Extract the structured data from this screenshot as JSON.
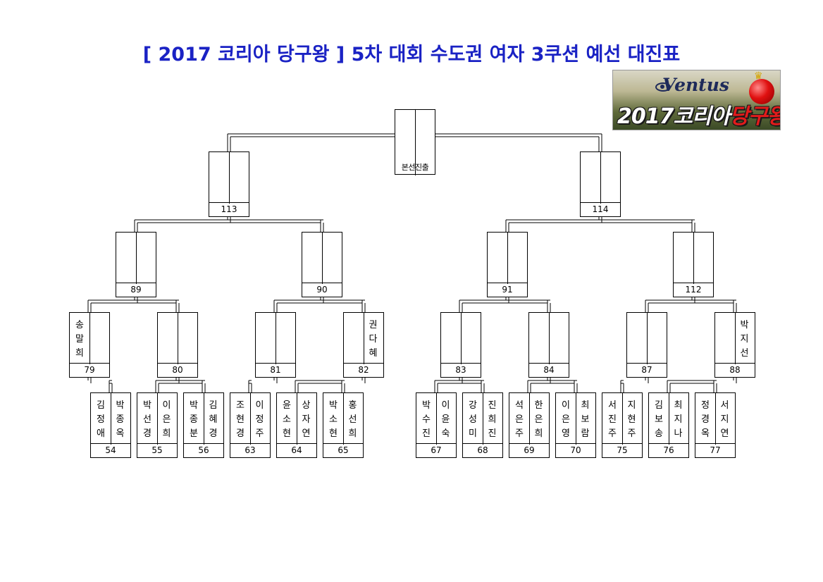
{
  "title": "[ 2017 코리아 당구왕 ] 5차 대회 수도권 여자 3쿠션 예선 대진표",
  "logo": {
    "brand": "Ventus",
    "slogan_year": "2017",
    "slogan_a": "코리아",
    "slogan_b": "당구왕",
    "eye_icon": "eye-icon",
    "ball_icon": "billiard-ball-icon",
    "crown_icon": "crown-icon"
  },
  "colors": {
    "title": "#1a22c4",
    "line": "#000000"
  },
  "final": {
    "label": "본선진출"
  },
  "round1": [
    {
      "num": "54",
      "left": "김정애",
      "right": "박종옥"
    },
    {
      "num": "55",
      "left": "박선경",
      "right": "이은희"
    },
    {
      "num": "56",
      "left": "박종분",
      "right": "김혜경"
    },
    {
      "num": "63",
      "left": "조현경",
      "right": "이정주"
    },
    {
      "num": "64",
      "left": "윤소현",
      "right": "상자연"
    },
    {
      "num": "65",
      "left": "박소현",
      "right": "홍선희"
    },
    {
      "num": "67",
      "left": "박수진",
      "right": "이윤숙"
    },
    {
      "num": "68",
      "left": "강성미",
      "right": "진희진"
    },
    {
      "num": "69",
      "left": "석은주",
      "right": "한은희"
    },
    {
      "num": "70",
      "left": "이은영",
      "right": "최보람"
    },
    {
      "num": "75",
      "left": "서진주",
      "right": "지현주"
    },
    {
      "num": "76",
      "left": "김보송",
      "right": "최지나"
    },
    {
      "num": "77",
      "left": "정경옥",
      "right": "서지연"
    }
  ],
  "round2": [
    {
      "num": "79",
      "left": "송말희",
      "right": ""
    },
    {
      "num": "80",
      "left": "",
      "right": ""
    },
    {
      "num": "81",
      "left": "",
      "right": ""
    },
    {
      "num": "82",
      "left": "",
      "right": "권다혜"
    },
    {
      "num": "83",
      "left": "",
      "right": ""
    },
    {
      "num": "84",
      "left": "",
      "right": ""
    },
    {
      "num": "87",
      "left": "",
      "right": ""
    },
    {
      "num": "88",
      "left": "",
      "right": "박지선"
    }
  ],
  "round3": [
    {
      "num": "89"
    },
    {
      "num": "90"
    },
    {
      "num": "91"
    },
    {
      "num": "112"
    }
  ],
  "round4": [
    {
      "num": "113"
    },
    {
      "num": "114"
    }
  ]
}
